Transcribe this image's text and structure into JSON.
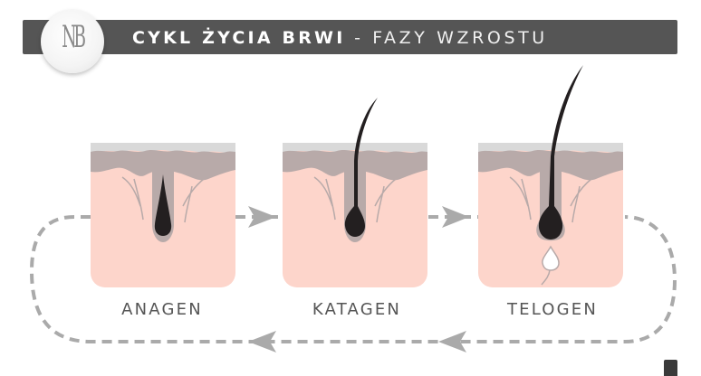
{
  "header": {
    "logo_text": "NB",
    "title_bold": "CYKL ŻYCIA BRWI",
    "title_separator": " - ",
    "title_light": "FAZY WZROSTU"
  },
  "phases": [
    {
      "label": "ANAGEN",
      "hair_length": "none"
    },
    {
      "label": "KATAGEN",
      "hair_length": "medium"
    },
    {
      "label": "TELOGEN",
      "hair_length": "long",
      "new_bulb": true
    }
  ],
  "colors": {
    "header_bg": "#555555",
    "skin": "#fdd5cb",
    "epidermis": "#b8aaa9",
    "surface": "#d9d9d9",
    "hair": "#231f20",
    "arrow": "#aaaaaa",
    "label_text": "#555555"
  },
  "icons": {
    "cycle_arrows": "dashed-loop-arrows"
  }
}
